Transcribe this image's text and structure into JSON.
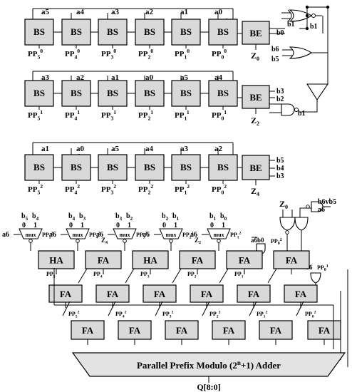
{
  "bs_label": "BS",
  "be_label": "BE",
  "rows": [
    {
      "a": [
        "a5",
        "a4",
        "a3",
        "a2",
        "a1",
        "a0"
      ],
      "pp": [
        [
          "PP",
          "5",
          "0"
        ],
        [
          "PP",
          "4",
          "0"
        ],
        [
          "PP",
          "3",
          "0"
        ],
        [
          "PP",
          "2",
          "0"
        ],
        [
          "PP",
          "1",
          "0"
        ],
        [
          "PP",
          "0",
          "0"
        ]
      ],
      "z": [
        "Z",
        "0"
      ],
      "be_in": [
        "b1",
        "b0"
      ]
    },
    {
      "a": [
        "a3",
        "a2",
        "a1",
        "a0",
        "a5",
        "a4"
      ],
      "pp": [
        [
          "PP",
          "5",
          "1"
        ],
        [
          "PP",
          "4",
          "1"
        ],
        [
          "PP",
          "3",
          "1"
        ],
        [
          "PP",
          "2",
          "1"
        ],
        [
          "PP",
          "1",
          "1"
        ],
        [
          "PP",
          "0",
          "1"
        ]
      ],
      "z": [
        "Z",
        "2"
      ],
      "be_in": [
        "b3",
        "b2",
        "b1"
      ]
    },
    {
      "a": [
        "a1",
        "a0",
        "a5",
        "a4",
        "a3",
        "a2"
      ],
      "pp": [
        [
          "PP",
          "5",
          "2"
        ],
        [
          "PP",
          "4",
          "2"
        ],
        [
          "PP",
          "3",
          "2"
        ],
        [
          "PP",
          "2",
          "2"
        ],
        [
          "PP",
          "1",
          "2"
        ],
        [
          "PP",
          "0",
          "2"
        ]
      ],
      "z": [
        "Z",
        "4"
      ],
      "be_in": [
        "b5",
        "b4",
        "b3"
      ]
    }
  ],
  "gate_labels": {
    "xor_b1": "b1",
    "xor_b0": "b0",
    "or_b6": "b6",
    "or_b5": "b5",
    "and_b1": "b1"
  },
  "muxes": [
    {
      "b": [
        [
          "b",
          "5"
        ],
        [
          "b",
          "4"
        ]
      ],
      "pp_left": "",
      "pp_right": [
        "PP",
        "5",
        "2"
      ]
    },
    {
      "b": [
        [
          "b",
          "4"
        ],
        [
          "b",
          "3"
        ]
      ],
      "pp_left": "",
      "pp_right": [
        "PP",
        "4",
        "2"
      ],
      "z": [
        "Z",
        "4"
      ]
    },
    {
      "b": [
        [
          "b",
          "3"
        ],
        [
          "b",
          "2"
        ]
      ],
      "pp_left": "",
      "pp_right": [
        "PP",
        "3",
        "2"
      ]
    },
    {
      "b": [
        [
          "b",
          "2"
        ],
        [
          "b",
          "1"
        ]
      ],
      "pp_left": "",
      "pp_right": [
        "PP",
        "2",
        "2"
      ],
      "z": [
        "Z",
        "2"
      ]
    },
    {
      "b": [
        [
          "b",
          "1"
        ],
        [
          "b",
          "0"
        ]
      ],
      "pp_left": "",
      "pp_right": [
        "PP",
        "1",
        "2"
      ]
    }
  ],
  "mux_label": "mux",
  "mux_bits": [
    "0",
    "1"
  ],
  "a6": "a6",
  "z0_top": [
    "Z",
    "0"
  ],
  "b6vb5": "b6vb5",
  "a6_right": "a6",
  "a6b0": "a6b0",
  "a6b0_bar": "a6",
  "pp0_2": [
    "PP",
    "0",
    "2"
  ],
  "b6_small": "b6",
  "pp0_1_small": [
    "PP",
    "0",
    "1"
  ],
  "stage1": [
    "HA",
    "FA",
    "HA",
    "FA",
    "FA",
    "FA"
  ],
  "stage2": [
    "FA",
    "FA",
    "FA",
    "FA",
    "FA",
    "FA"
  ],
  "stage3": [
    "FA",
    "FA",
    "FA",
    "FA",
    "FA",
    "FA"
  ],
  "stage2_pp": [
    [
      "PP",
      "5",
      "1"
    ],
    [
      "PP",
      "4",
      "1"
    ],
    [
      "PP",
      "3",
      "1"
    ],
    [
      "PP",
      "2",
      "1"
    ],
    [
      "PP",
      "1",
      "1"
    ]
  ],
  "stage3_pp": [
    [
      "PP",
      "5",
      "2"
    ],
    [
      "PP",
      "4",
      "2"
    ],
    [
      "PP",
      "3",
      "2"
    ],
    [
      "PP",
      "2",
      "2"
    ],
    [
      "PP",
      "1",
      "2"
    ],
    [
      "PP",
      "0",
      "2"
    ]
  ],
  "adder_label": "Parallel Prefix Modulo (2",
  "adder_sup": "n",
  "adder_tail": "+1) Adder",
  "output": "Q[8:0]"
}
